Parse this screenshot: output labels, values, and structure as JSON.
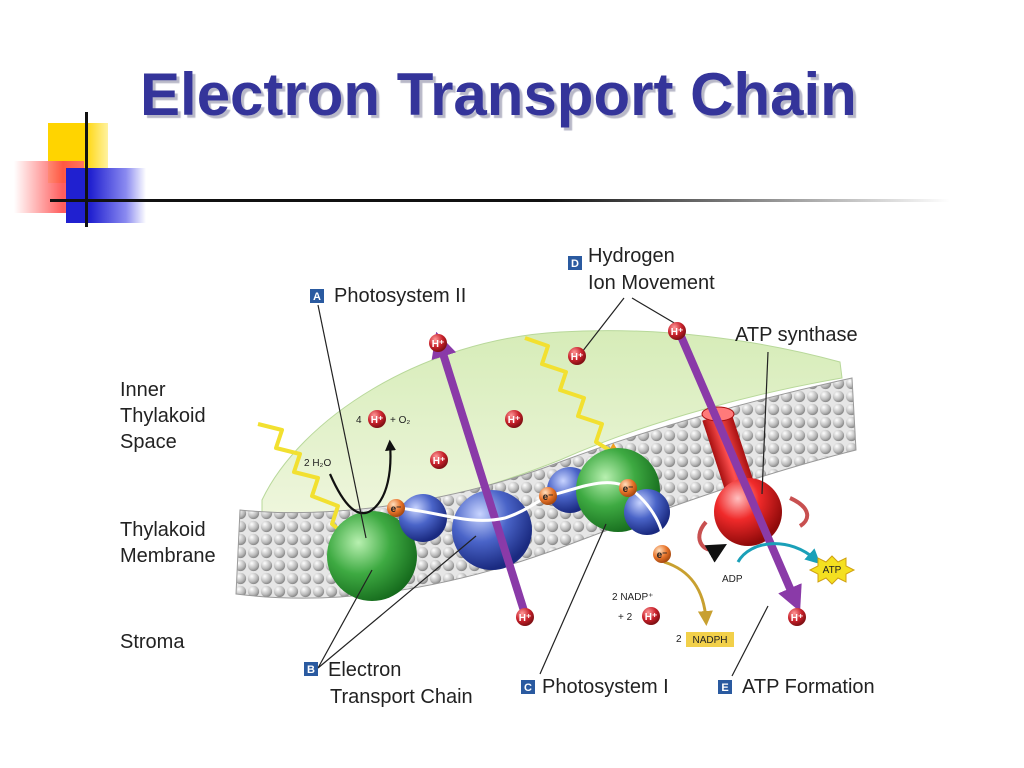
{
  "title": "Electron Transport Chain",
  "regions": {
    "inner_space": [
      "Inner",
      "Thylakoid",
      "Space"
    ],
    "membrane": [
      "Thylakoid",
      "Membrane"
    ],
    "stroma": "Stroma"
  },
  "callouts": {
    "a": {
      "letter": "A",
      "text": "Photosystem II"
    },
    "b": {
      "letter": "B",
      "line1": "Electron",
      "line2": "Transport Chain"
    },
    "c": {
      "letter": "C",
      "text": "Photosystem I"
    },
    "d": {
      "letter": "D",
      "line1": "Hydrogen",
      "line2": "Ion Movement"
    },
    "e": {
      "letter": "E",
      "text": "ATP Formation"
    },
    "atp_synthase": "ATP synthase"
  },
  "reaction_labels": {
    "water": "2 H₂O",
    "four": "4",
    "oxygen": "+ O₂",
    "nadp_plus": "2 NADP⁺",
    "plus_two": "+ 2",
    "nadph_two": "2",
    "nadph": "NADPH",
    "adp": "ADP",
    "atp": "ATP"
  },
  "particles": {
    "hydrogen": "H⁺",
    "electron": "e⁻"
  },
  "colors": {
    "title": "#34349a",
    "callout_box": "#2a5aa0",
    "proton": "#c8202a",
    "electron": "#e8742a",
    "photosystem": "#2e9a3a",
    "cytochrome": "#3a56b8",
    "channel": "#8a3aa8",
    "atp_synthase": "#e82020",
    "nadph_arrow": "#c8a030",
    "adp_arrow": "#1aa0b8"
  }
}
